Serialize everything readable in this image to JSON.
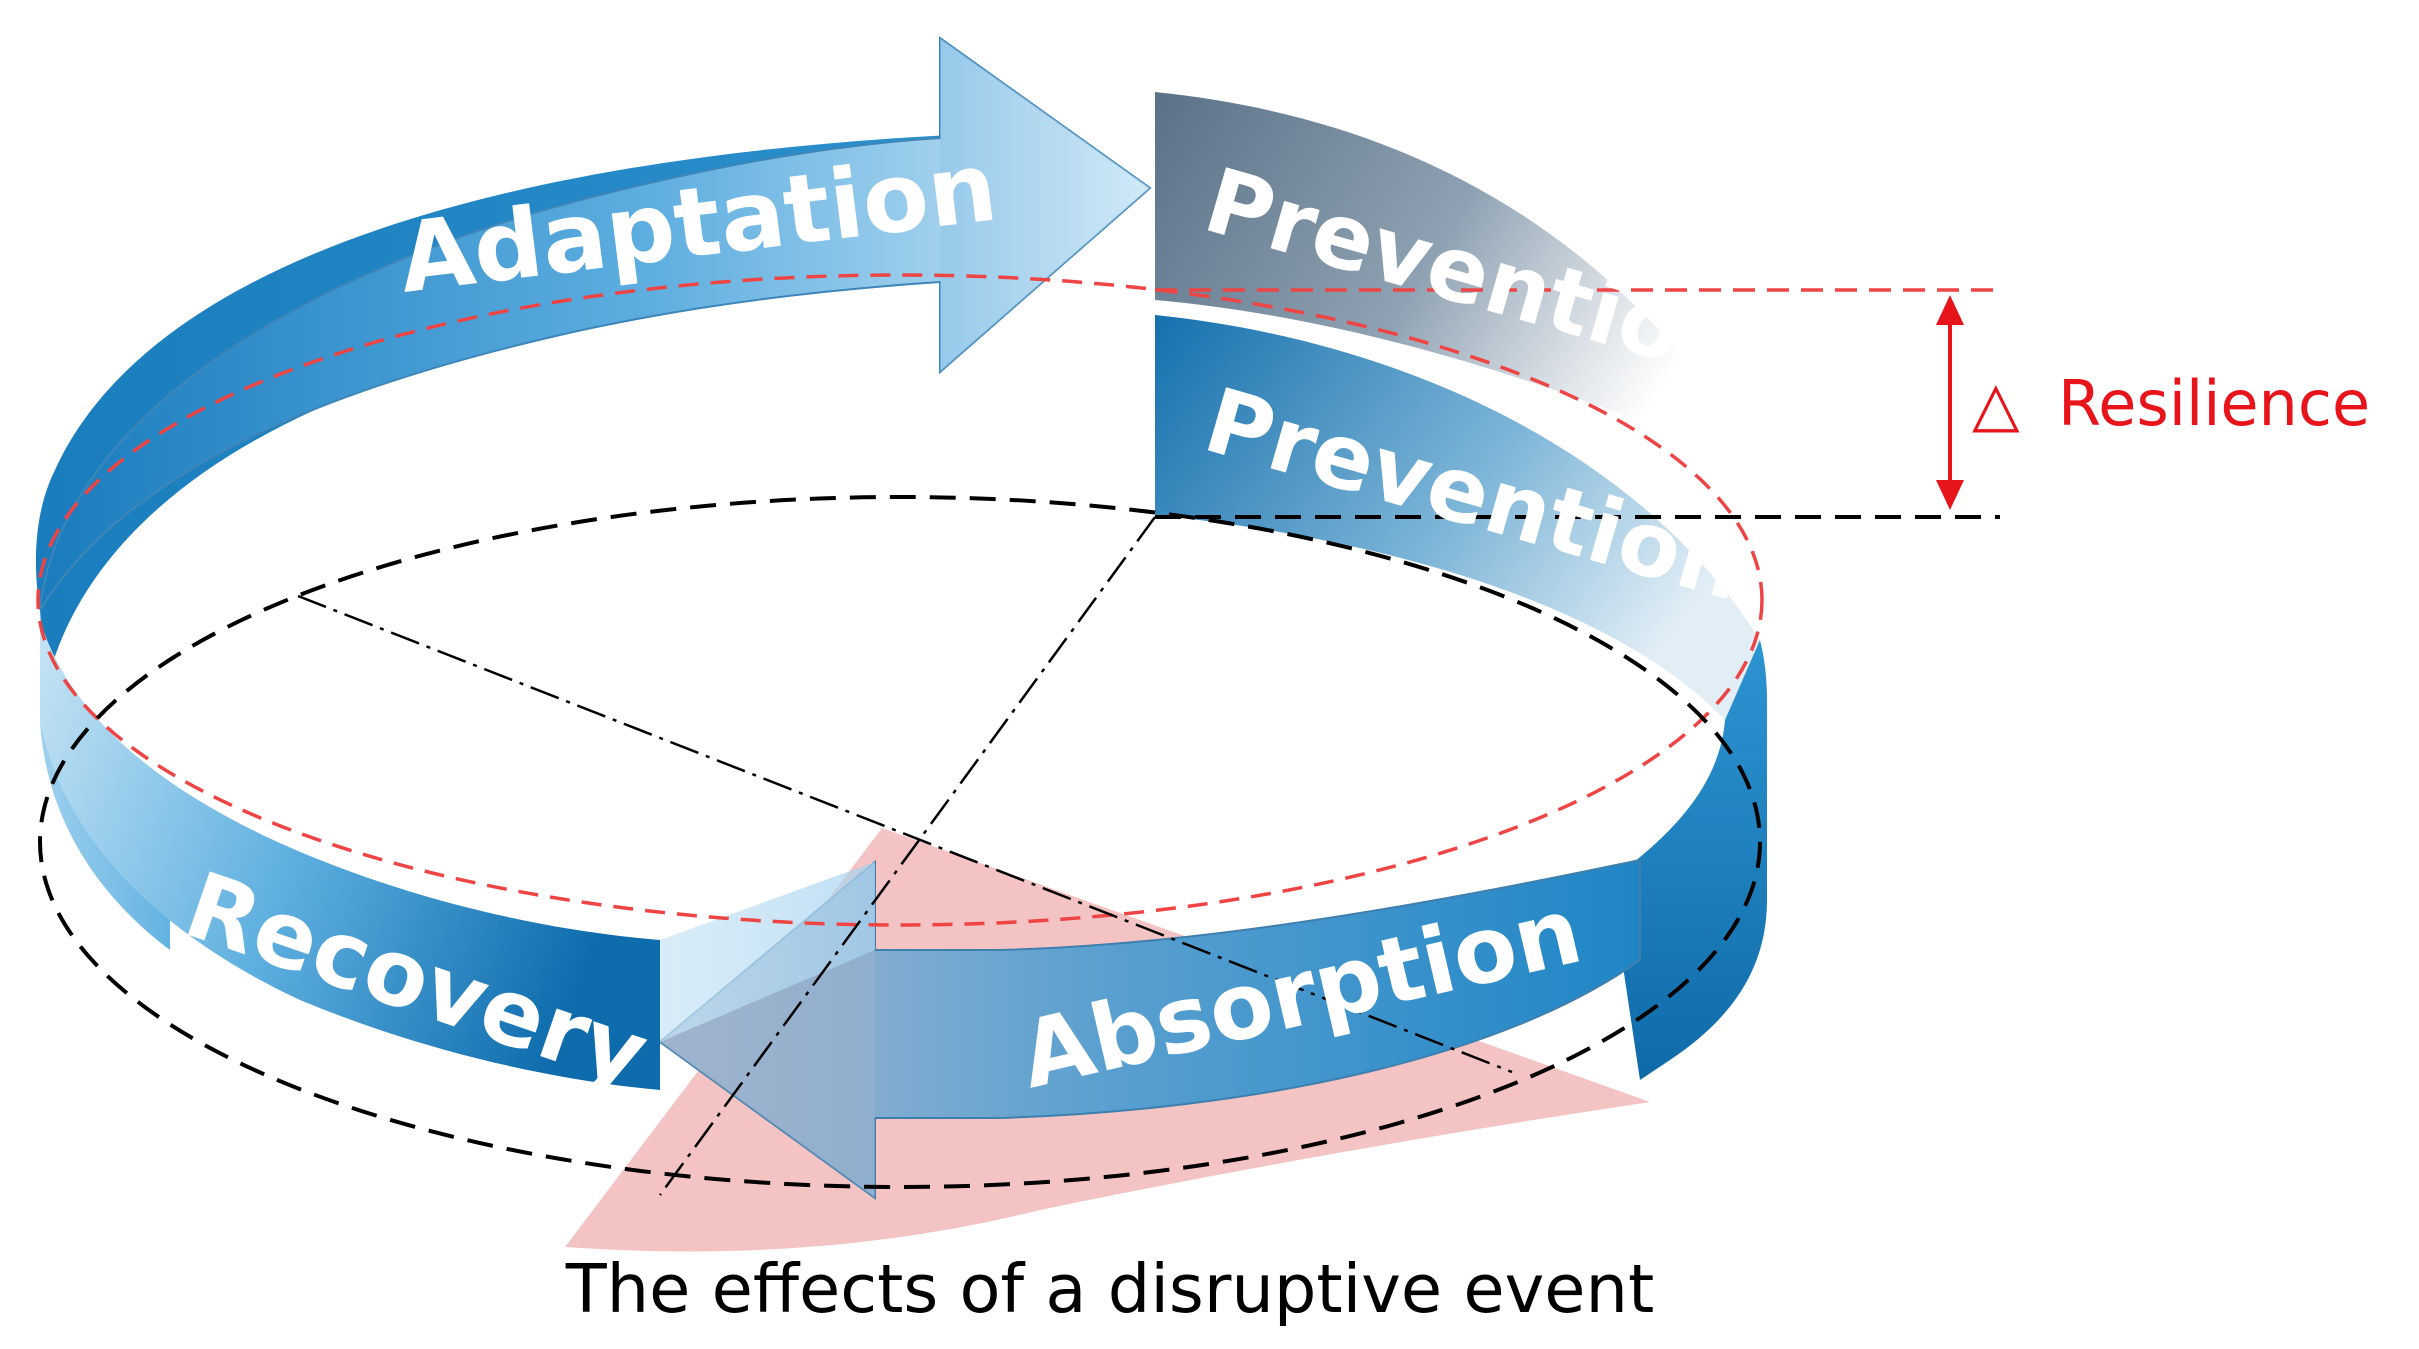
{
  "labels": {
    "adaptation": "Adaptation",
    "prevention_upper": "Prevention",
    "prevention_lower": "Prevention",
    "absorption": "Absorption",
    "recovery": "Recovery",
    "resilience_symbol": "△",
    "resilience": "Resilience",
    "caption": "The effects of a disruptive event"
  },
  "colors": {
    "band_blue_dark": "#1677b8",
    "band_blue_mid": "#4aa5d9",
    "band_blue_light": "#c9e6f6",
    "prevention_gray": "#5e7488",
    "red_dashed": "#ee4444",
    "resilience_red": "#e8141b",
    "disruption_pink": "#f2b9b9",
    "label_text": "#ffffff",
    "caption_text": "#000000"
  }
}
